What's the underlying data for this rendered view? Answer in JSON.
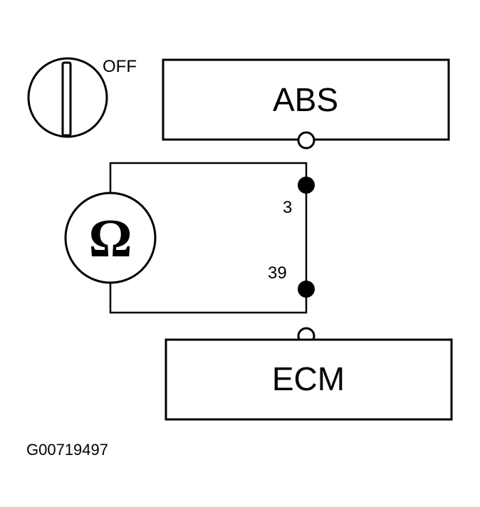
{
  "switch": {
    "icon": "ignition-switch-icon",
    "label": "OFF"
  },
  "modules": {
    "top": "ABS",
    "bottom": "ECM"
  },
  "meter": {
    "icon": "ohmmeter-icon",
    "symbol": "Ω"
  },
  "pins": {
    "upper": "3",
    "lower": "39"
  },
  "figure_code": "G00719497"
}
